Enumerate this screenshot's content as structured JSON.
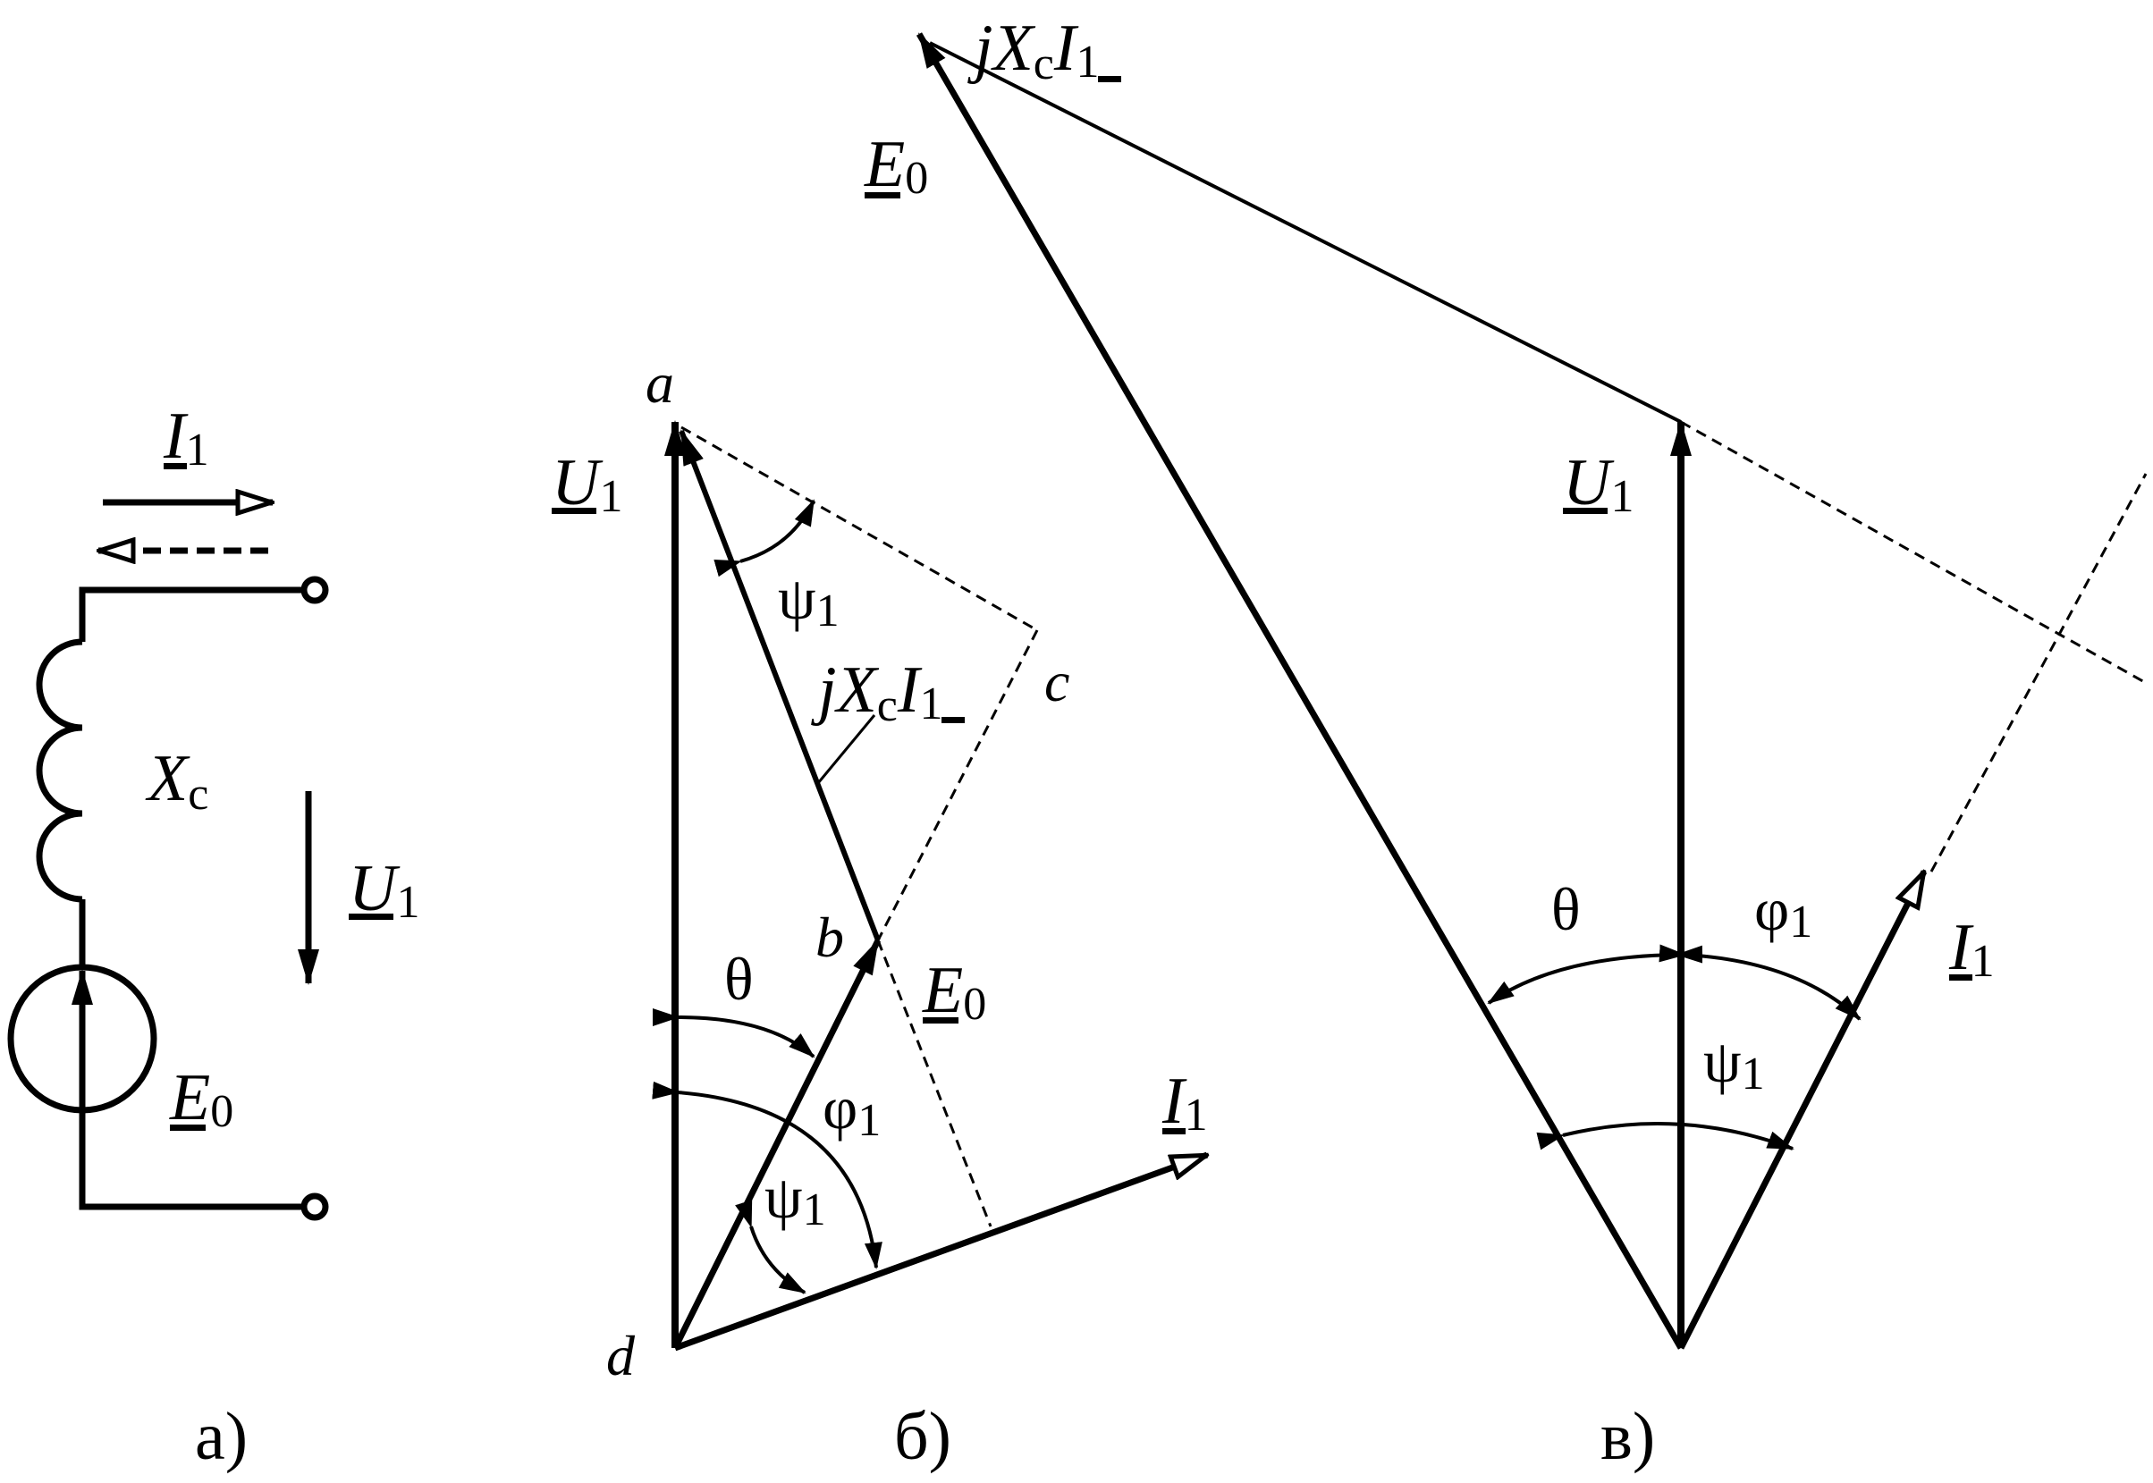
{
  "labels": {
    "current": "I",
    "voltage": "U",
    "emf": "E",
    "reactance_x": "X",
    "reactance_sub": "c",
    "drop_j": "j",
    "sub_one": "1",
    "sub_zero": "0",
    "theta": "θ",
    "phi": "φ",
    "psi": "ψ",
    "point_a": "a",
    "point_b": "b",
    "point_c": "c",
    "point_d": "d"
  },
  "panels": [
    "а)",
    "б)",
    "в)"
  ]
}
